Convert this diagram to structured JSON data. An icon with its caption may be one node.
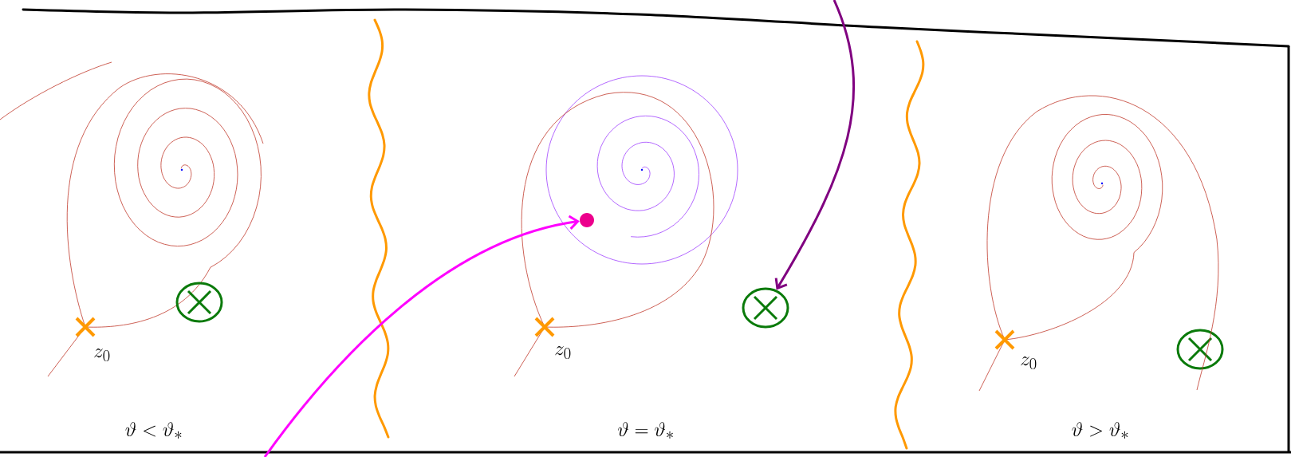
{
  "diagram": {
    "nodes": [
      {
        "text": [],
        "shape": "circle"
      },
      {
        "text": [],
        "shape": "circle"
      }
    ],
    "edges": [
      {
        "from": null,
        "to": 0,
        "arrow": "to",
        "color": "#ff00ff"
      },
      {
        "from": null,
        "to": 1,
        "arrow": "to",
        "color": "#800080"
      }
    ],
    "labels": [
      "z_0",
      "z_0",
      "z_0",
      "\\vartheta < \\vartheta_*",
      "\\vartheta = \\vartheta_*",
      "\\vartheta > \\vartheta_*"
    ]
  }
}
